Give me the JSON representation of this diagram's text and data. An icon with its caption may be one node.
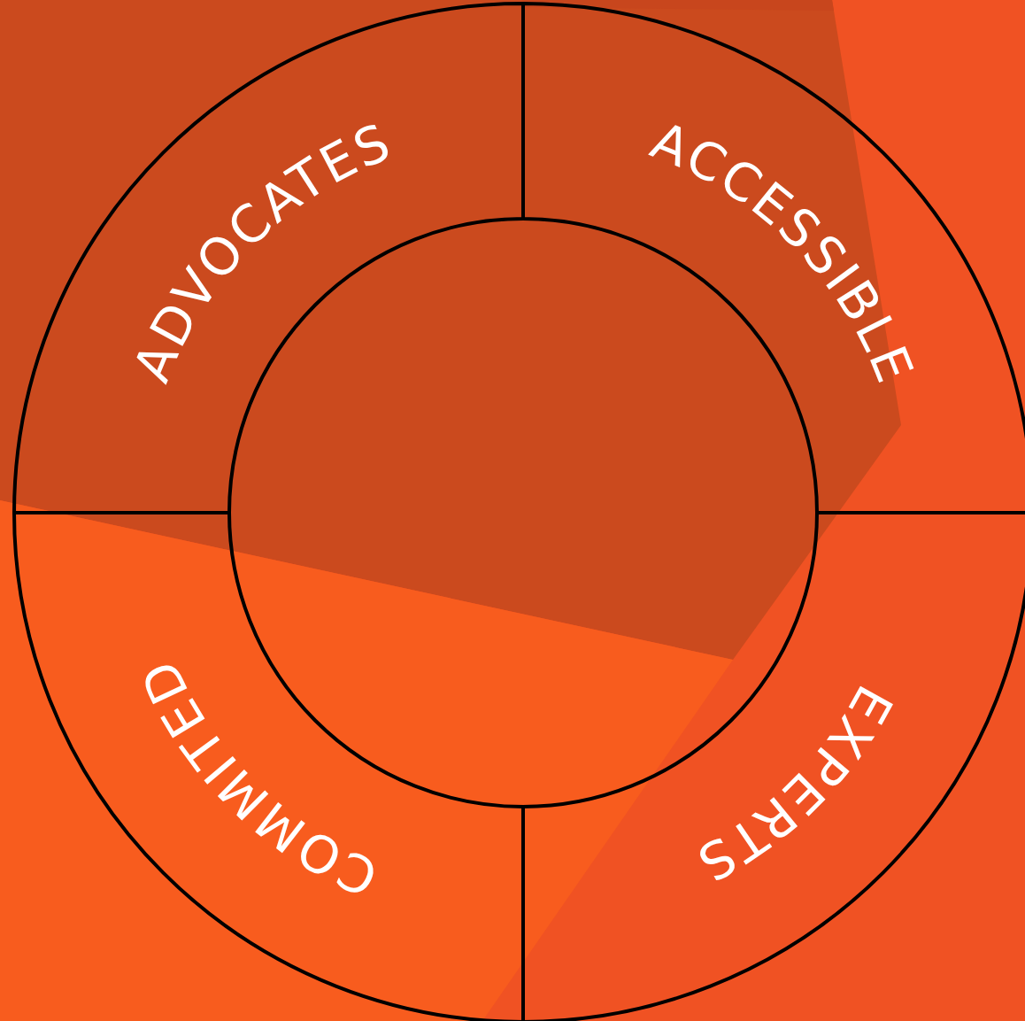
{
  "diagram": {
    "nodes": [
      {
        "text": [
          "ADVOCATES"
        ]
      },
      {
        "text": [
          "ACCESSIBLE"
        ]
      },
      {
        "text": [
          "EXPERTS"
        ]
      },
      {
        "text": [
          "COMMITED"
        ]
      }
    ]
  }
}
